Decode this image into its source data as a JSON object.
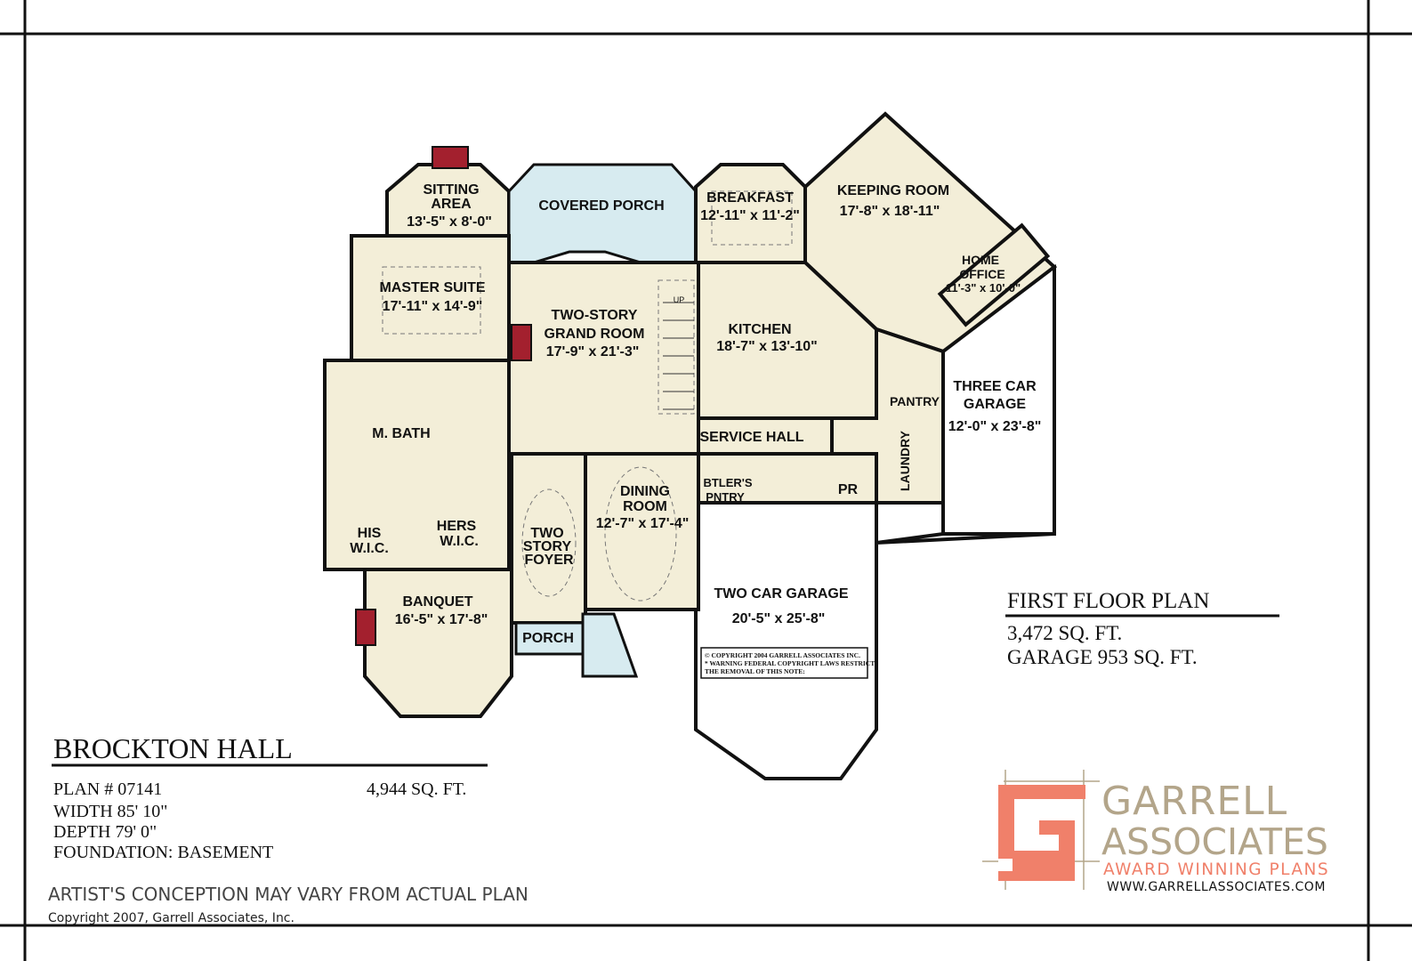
{
  "plan": {
    "rooms": [
      {
        "name": "SITTING",
        "name2": "AREA",
        "dims": "13'-5\" x 8'-0\""
      },
      {
        "name": "COVERED  PORCH"
      },
      {
        "name": "BREAKFAST",
        "dims": "12'-11\" x 11'-2\""
      },
      {
        "name": "KEEPING  ROOM",
        "dims": "17'-8\" x 18'-11\""
      },
      {
        "name": "MASTER  SUITE",
        "dims": "17'-11\" x 14'-9\""
      },
      {
        "name": "TWO-STORY",
        "name2": "GRAND  ROOM",
        "dims": "17'-9\" x 21'-3\""
      },
      {
        "name": "KITCHEN",
        "dims": "18'-7\" x 13'-10\""
      },
      {
        "name": "HOME",
        "name2": "OFFICE",
        "dims": "11'-3\" x 10'-0\""
      },
      {
        "name": "THREE  CAR",
        "name2": "GARAGE",
        "dims": "12'-0\" x 23'-8\""
      },
      {
        "name": "PANTRY"
      },
      {
        "name": "M.  BATH"
      },
      {
        "name": "SERVICE   HALL"
      },
      {
        "name": "LAUNDRY"
      },
      {
        "name": "BTLER'S",
        "name2": "PNTRY"
      },
      {
        "name": "PR"
      },
      {
        "name": "DINING",
        "name2": "ROOM",
        "dims": "12'-7\" x 17'-4\""
      },
      {
        "name": "HIS",
        "name2": "W.I.C."
      },
      {
        "name": "HERS",
        "name2": "W.I.C."
      },
      {
        "name": "TWO",
        "name2": "STORY",
        "name3": "FOYER"
      },
      {
        "name": "TWO  CAR  GARAGE",
        "dims": "20'-5\" x 25'-8\""
      },
      {
        "name": "BANQUET",
        "dims": "16'-5\" x 17'-8\""
      },
      {
        "name": "PORCH"
      }
    ],
    "stair_up": "UP",
    "copyright_note": [
      "© COPYRIGHT 2004 GARRELL ASSOCIATES INC.",
      "* WARNING FEDERAL COPYRIGHT LAWS RESTRICT",
      "THE REMOVAL OF THIS NOTE:"
    ]
  },
  "floor_info": {
    "title": "FIRST FLOOR PLAN",
    "sqft": "3,472  SQ. FT.",
    "garage": "GARAGE  953  SQ.  FT."
  },
  "house": {
    "name": "BROCKTON  HALL",
    "plan": "PLAN  #  07141",
    "width": "WIDTH  85' 10\"",
    "depth": "DEPTH  79' 0\"",
    "foundation": "FOUNDATION: BASEMENT",
    "total_sqft": "4,944  SQ. FT."
  },
  "disclaimer": "ARTIST'S CONCEPTION MAY VARY FROM ACTUAL PLAN",
  "copyright": "Copyright 2007, Garrell Associates, Inc.",
  "logo": {
    "line1": "GARRELL",
    "line2": "ASSOCIATES",
    "tagline": "AWARD WINNING PLANS",
    "url": "WWW.GARRELLASSOCIATES.COM",
    "accent": "#f0806a",
    "tan": "#b3a58a"
  }
}
